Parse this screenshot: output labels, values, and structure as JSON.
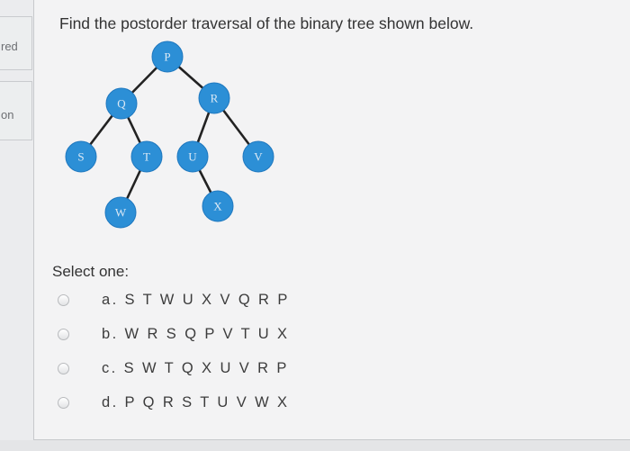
{
  "sidebar": {
    "status_fragment": "red",
    "question_fragment": "on"
  },
  "question": {
    "text": "Find the postorder traversal of the binary tree shown below.",
    "select_prompt": "Select one:",
    "options": [
      {
        "label": "a. S T W U X V Q R P"
      },
      {
        "label": "b. W R S Q P V T U X"
      },
      {
        "label": "c. S W T Q X U V R P"
      },
      {
        "label": "d. P Q R S T U V W X"
      }
    ]
  },
  "tree": {
    "node_color": "#2c8fd6",
    "edge_color": "#222222",
    "nodes": [
      {
        "id": "P",
        "label": "P"
      },
      {
        "id": "Q",
        "label": "Q"
      },
      {
        "id": "R",
        "label": "R"
      },
      {
        "id": "S",
        "label": "S"
      },
      {
        "id": "T",
        "label": "T"
      },
      {
        "id": "U",
        "label": "U"
      },
      {
        "id": "V",
        "label": "V"
      },
      {
        "id": "W",
        "label": "W"
      },
      {
        "id": "X",
        "label": "X"
      }
    ],
    "edges": [
      [
        "P",
        "Q"
      ],
      [
        "P",
        "R"
      ],
      [
        "Q",
        "S"
      ],
      [
        "Q",
        "T"
      ],
      [
        "R",
        "U"
      ],
      [
        "R",
        "V"
      ],
      [
        "T",
        "W"
      ],
      [
        "U",
        "X"
      ]
    ]
  }
}
